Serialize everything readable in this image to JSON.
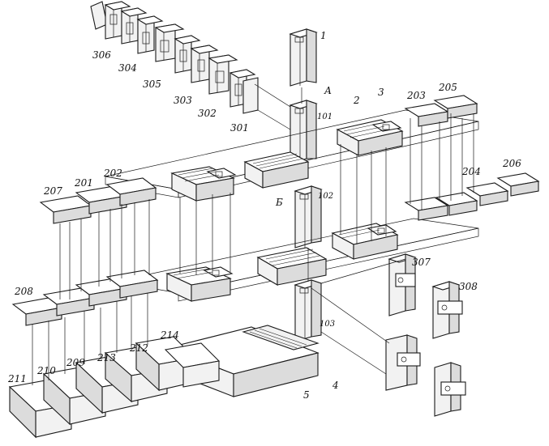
{
  "labels": {
    "n1": "1",
    "n2": "2",
    "n3": "3",
    "n4": "4",
    "n5": "5",
    "A": "А",
    "B": "Б",
    "n101": "101",
    "n102": "102",
    "n103": "103",
    "n201": "201",
    "n202": "202",
    "n203": "203",
    "n204": "204",
    "n205": "205",
    "n206": "206",
    "n207": "207",
    "n208": "208",
    "n209": "209",
    "n210": "210",
    "n211": "211",
    "n212": "212",
    "n213": "213",
    "n214": "214",
    "n301": "301",
    "n302": "302",
    "n303": "303",
    "n304": "304",
    "n305": "305",
    "n306": "306",
    "n307": "307",
    "n308": "308"
  },
  "colors": {
    "line": "#1a1a1a",
    "paper": "#ffffff",
    "shade": "#f2f2f2"
  }
}
